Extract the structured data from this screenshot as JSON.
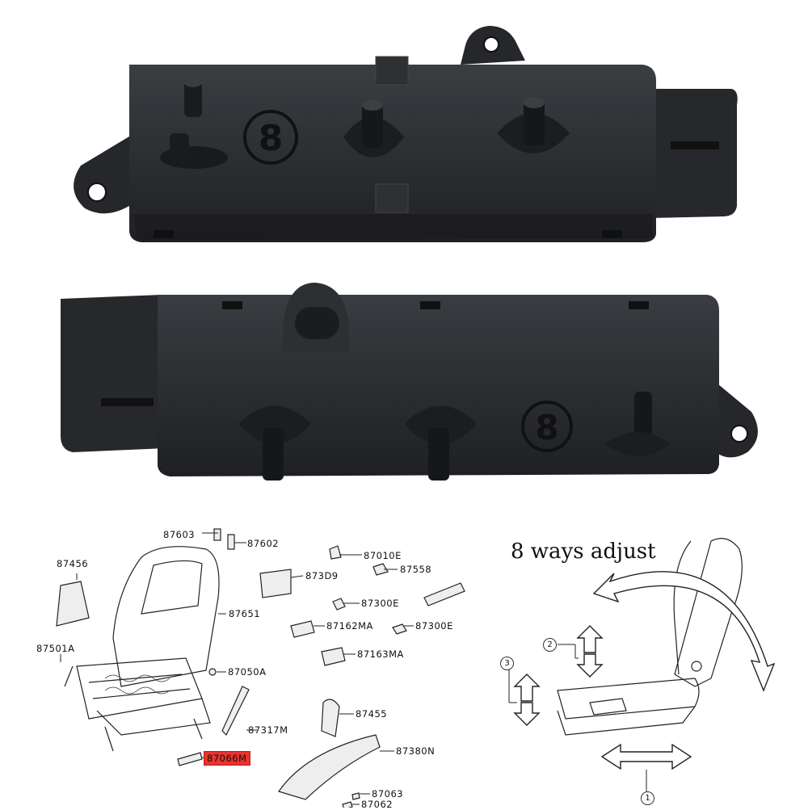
{
  "diagram": {
    "parts": [
      {
        "id": "87603",
        "text": "87603"
      },
      {
        "id": "87602",
        "text": "87602"
      },
      {
        "id": "87456",
        "text": "87456"
      },
      {
        "id": "87010E",
        "text": "87010E"
      },
      {
        "id": "87558",
        "text": "87558"
      },
      {
        "id": "873D9",
        "text": "873D9"
      },
      {
        "id": "87300E-a",
        "text": "87300E"
      },
      {
        "id": "87651",
        "text": "87651"
      },
      {
        "id": "87162MA",
        "text": "87162MA"
      },
      {
        "id": "87300E-b",
        "text": "87300E"
      },
      {
        "id": "87501A",
        "text": "87501A"
      },
      {
        "id": "87163MA",
        "text": "87163MA"
      },
      {
        "id": "87050A",
        "text": "87050A"
      },
      {
        "id": "87455",
        "text": "87455"
      },
      {
        "id": "87317M",
        "text": "87317M"
      },
      {
        "id": "87066M",
        "text": "87066M"
      },
      {
        "id": "87380N",
        "text": "87380N"
      },
      {
        "id": "87063",
        "text": "87063"
      },
      {
        "id": "87062",
        "text": "87062"
      }
    ],
    "highlight_color": "#e8332f"
  },
  "adjust": {
    "title": "8 ways adjust",
    "markers": [
      "1",
      "2",
      "3"
    ]
  },
  "photos": {
    "housing_color": "#2b2d30",
    "embossed_symbol": "8"
  }
}
